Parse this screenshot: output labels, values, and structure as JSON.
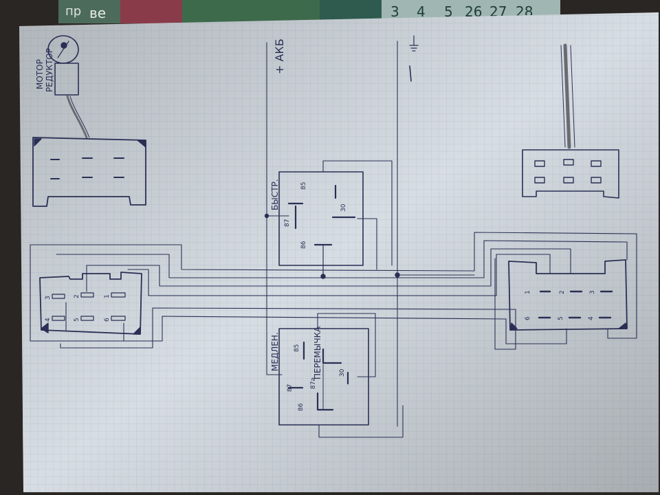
{
  "colors": {
    "paper": "#d7dde3",
    "grid": "#b9c6d1",
    "ink": "#2b2f55",
    "pencil": "#5b5f70",
    "calendar_bg": "#3d6f62"
  },
  "calendar": {
    "numbers": [
      "3",
      "4",
      "5",
      "26",
      "27",
      "28"
    ],
    "fragment": [
      "пр",
      "ве"
    ]
  },
  "labels": {
    "motor": "МОТОР",
    "reducer": "РЕДУКТОР",
    "battery_plus": "+ АКБ",
    "minus": "—",
    "fast": "БЫСТР.",
    "slow": "МЕДЛЕН.",
    "jumper": "ПЕРЕМЫЧКА"
  },
  "relay_fast": {
    "pins": [
      "85",
      "87",
      "30",
      "86"
    ]
  },
  "relay_slow": {
    "pins": [
      "85",
      "87",
      "87а",
      "30",
      "86"
    ]
  },
  "connector_left": {
    "pins": [
      "3",
      "2",
      "1",
      "4",
      "5",
      "6"
    ]
  },
  "connector_right": {
    "pins": [
      "1",
      "2",
      "3",
      "6",
      "5",
      "4"
    ]
  }
}
